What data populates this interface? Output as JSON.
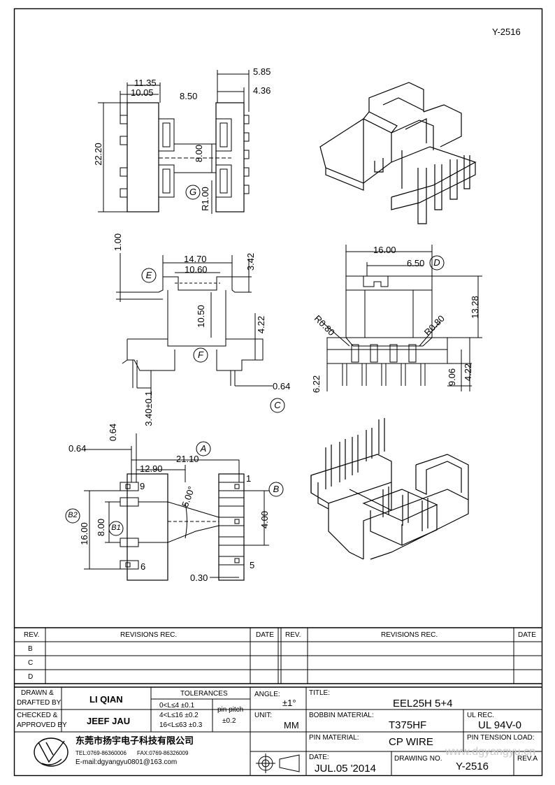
{
  "drawing_id": "Y-2516",
  "dims": {
    "d11_35": "11.35",
    "d10_05": "10.05",
    "d8_50": "8.50",
    "d5_85": "5.85",
    "d4_36": "4.36",
    "d22_20": "22.20",
    "d8_00a": "8.00",
    "dR1_00": "R1.00",
    "d1_00": "1.00",
    "d14_70": "14.70",
    "d10_60": "10.60",
    "d3_42": "3.42",
    "d10_50": "10.50",
    "d4_22a": "4.22",
    "d3_40": "3.40±0.1",
    "d0_64a": "0.64",
    "d16_00a": "16.00",
    "d6_50": "6.50",
    "d13_28": "13.28",
    "dR0_80a": "R0.80",
    "dR0_80b": "R0.80",
    "d6_22": "6.22",
    "d9_06": "9.06",
    "d4_22b": "4.22",
    "d0_64b": "0.64",
    "d0_64c": "0.64",
    "d21_10": "21.10",
    "d12_90": "12.90",
    "d5_00": "5.00°",
    "d16_00b": "16.00",
    "d8_00b": "8.00",
    "d4_00": "4.00",
    "d0_30": "0.30"
  },
  "callouts": {
    "g": "G",
    "e": "E",
    "f": "F",
    "c": "C",
    "d": "D",
    "a": "A",
    "b": "B",
    "b1": "B1",
    "b2": "B2"
  },
  "pins": {
    "p1": "1",
    "p5": "5",
    "p6": "6",
    "p9": "9"
  },
  "revisions": {
    "header_rev": "REV.",
    "header_rev_rec": "REVISIONS   REC.",
    "header_date": "DATE",
    "rows": [
      "B",
      "C",
      "D"
    ]
  },
  "titleblock": {
    "drawn_label_1": "DRAWN &",
    "drawn_label_2": "DRAFTED BY",
    "drawn_value": "LI QIAN",
    "checked_label_1": "CHECKED &",
    "checked_label_2": "APPROVED BY",
    "checked_value": "JEEF JAU",
    "tolerances_label": "TOLERANCES",
    "tol_1": "0<L≤4    ±0.1",
    "tol_2": "4<L≤16  ±0.2",
    "tol_3": "16<L≤63 ±0.3",
    "pin_pitch_label": "pin pitch",
    "pin_pitch_value": "±0.2",
    "angle_label": "ANGLE:",
    "angle_value": "±1°",
    "unit_label": "UNIT:",
    "unit_value": "MM",
    "title_label": "TITLE:",
    "title_value": "EEL25H 5+4",
    "bobbin_label": "BOBBIN MATERIAL:",
    "bobbin_value": "T375HF",
    "ul_label": "UL REC.",
    "ul_value": "UL 94V-0",
    "pin_mat_label": "PIN MATERIAL:",
    "pin_mat_value": "CP WIRE",
    "pin_tension_label": "PIN TENSION LOAD:",
    "date_label": "DATE:",
    "date_value": "JUL.05 '2014",
    "drawing_no_label": "DRAWING NO.",
    "drawing_no_value": "Y-2516",
    "rev_a": "REV.A",
    "company_name": "东莞市扬宇电子科技有限公司",
    "tel": "TEL:0769-86360006",
    "fax": "FAX:0769-86326009",
    "email": "E-mail:dgyangyu0801@163.com",
    "watermark": "www.dgyangyu.cn"
  }
}
